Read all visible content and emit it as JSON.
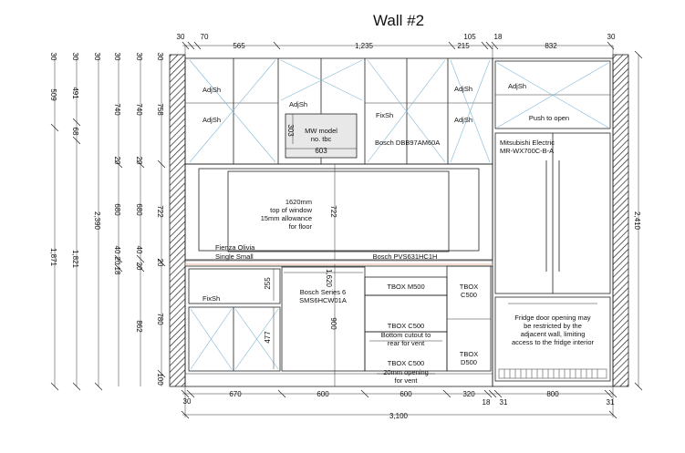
{
  "title": "Wall #2",
  "top_dims": {
    "d30_left": "30",
    "d70": "70",
    "d565": "565",
    "d1235": "1,235",
    "d105": "105",
    "d215": "215",
    "d18": "18",
    "d832": "832",
    "d30_right": "30"
  },
  "bottom_dims": {
    "d30": "30",
    "d670": "670",
    "d600a": "600",
    "d600b": "600",
    "d320": "320",
    "d18": "18",
    "d31a": "31",
    "d800": "800",
    "d31b": "31",
    "total": "3,100"
  },
  "left_dims": {
    "c1": {
      "a": "30",
      "b": "509",
      "c": "1,871"
    },
    "c2": {
      "a": "30",
      "b": "491",
      "c": "68",
      "d": "1,821"
    },
    "c3": {
      "a": "30",
      "b": "2,390"
    },
    "c4": {
      "a": "30",
      "b": "740",
      "c": "20",
      "d": "680",
      "e": "40",
      "f": "20",
      "g": "18"
    },
    "c5": {
      "a": "30",
      "b": "740",
      "c": "20",
      "d": "680",
      "e": "40",
      "f": "20",
      "g": "862"
    },
    "c6": {
      "a": "30",
      "b": "758",
      "c": "722",
      "d": "20",
      "e": "780",
      "f": "100"
    }
  },
  "right_dim": "2,410",
  "inner_dims": {
    "d303": "303",
    "d603": "603",
    "d722": "722",
    "d1620": "1,620",
    "d900": "900",
    "d255": "255",
    "d477": "477"
  },
  "labels": {
    "adjsh_1": "AdjSh",
    "adjsh_2": "AdjSh",
    "adjsh_3": "AdjSh",
    "adjsh_4": "AdjSh",
    "adjsh_5": "AdjSh",
    "adjsh_6": "AdjSh",
    "fixsh_top": "FixSh",
    "fixsh_low": "FixSh",
    "push_to_open": "Push to open",
    "mw_line1": "MW model",
    "mw_line2": "no. tbc",
    "bosch_oven": "Bosch DBB97AM60A",
    "fridge_line1": "Mitsubishi Electric",
    "fridge_line2": "MR-WX700C-B-A",
    "window_line1": "1620mm",
    "window_line2": "top of window",
    "window_line3": "15mm allowance",
    "window_line4": "for floor",
    "fienza_line1": "Fienza Olivia",
    "fienza_line2": "Single Small",
    "bosch_hob": "Bosch PVS631HC1H",
    "dw_line1": "Bosch Series 6",
    "dw_line2": "SMS6HCW01A",
    "tbox_m500": "TBOX M500",
    "tbox_c500_1": "TBOX C500",
    "tbox_c500_1_note1": "Bottom cutout to",
    "tbox_c500_1_note2": "rear for vent",
    "tbox_c500_2": "TBOX C500",
    "tbox_c500_2_note1": "20mm opening",
    "tbox_c500_2_note2": "for vent",
    "tbox_c500_side1": "TBOX",
    "tbox_c500_side2": "C500",
    "tbox_d500_1": "TBOX",
    "tbox_d500_2": "D500",
    "fridge_note1": "Fridge door opening may",
    "fridge_note2": "be restricted by the",
    "fridge_note3": "adjacent wall, limiting",
    "fridge_note4": "access to the fridge interior"
  }
}
